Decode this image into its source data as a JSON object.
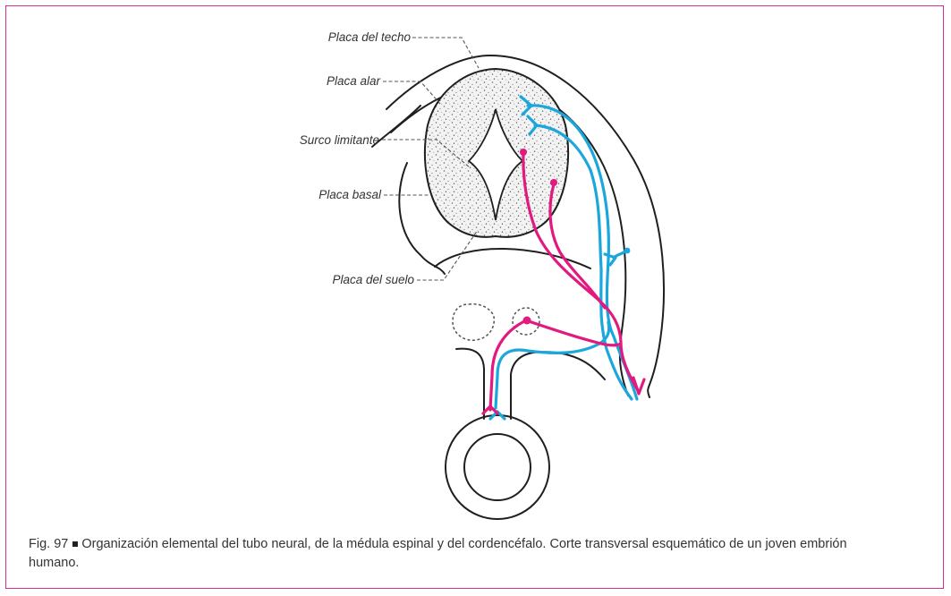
{
  "labels": {
    "roof_plate": "Placa del techo",
    "alar_plate": "Placa alar",
    "sulcus_limitans": "Surco limitante",
    "basal_plate": "Placa basal",
    "floor_plate": "Placa del suelo"
  },
  "caption": {
    "figure_number": "Fig. 97",
    "text": "Organización elemental del tubo neural, de la médula espinal y del cordencéfalo. Corte transversal esquemático de un joven embrión humano."
  },
  "colors": {
    "frame": "#d6338a",
    "sensory_pathway": "#1ba6dc",
    "motor_pathway": "#e2197f",
    "outline": "#1f1f1f"
  }
}
